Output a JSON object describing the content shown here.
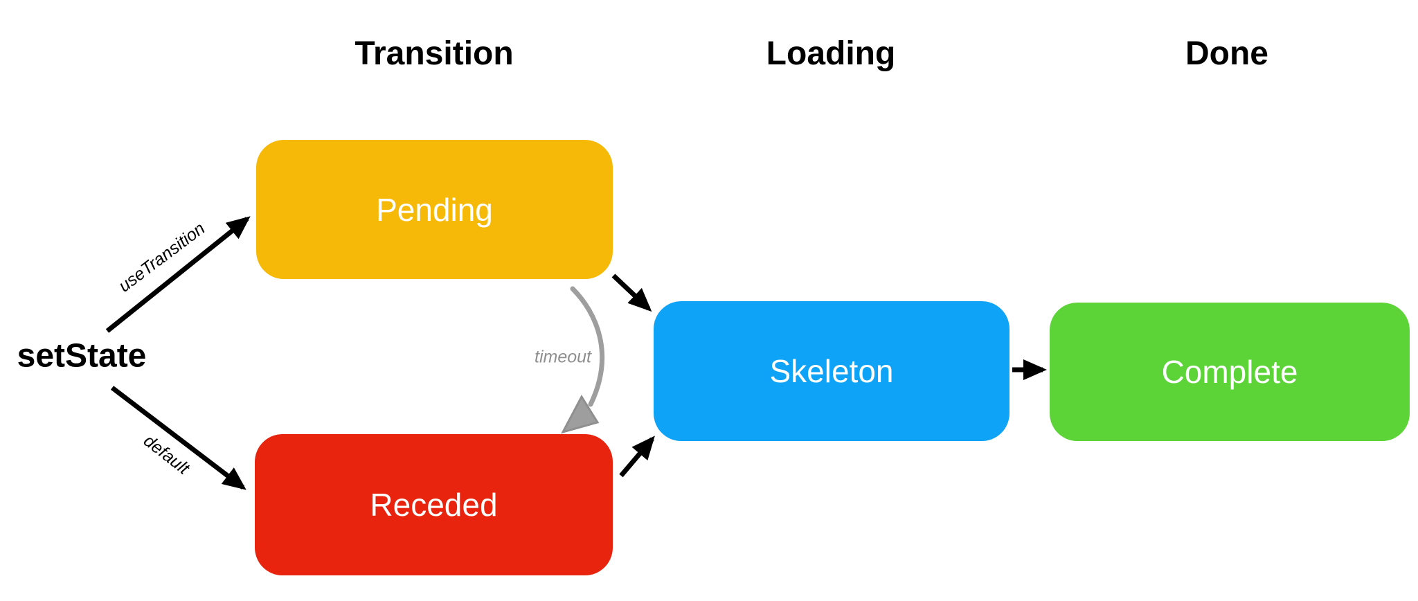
{
  "columns": [
    {
      "label": "Transition"
    },
    {
      "label": "Loading"
    },
    {
      "label": "Done"
    }
  ],
  "source": {
    "label": "setState"
  },
  "nodes": [
    {
      "id": "pending",
      "label": "Pending",
      "color": "#F7B908",
      "column": "Transition"
    },
    {
      "id": "receded",
      "label": "Receded",
      "color": "#E8230E",
      "column": "Transition"
    },
    {
      "id": "skeleton",
      "label": "Skeleton",
      "color": "#0FA3F7",
      "column": "Loading"
    },
    {
      "id": "complete",
      "label": "Complete",
      "color": "#5CD438",
      "column": "Done"
    }
  ],
  "edges": [
    {
      "from": "setState",
      "to": "pending",
      "label": "useTransition",
      "color": "#000000",
      "style": "straight"
    },
    {
      "from": "setState",
      "to": "receded",
      "label": "default",
      "color": "#000000",
      "style": "straight"
    },
    {
      "from": "pending",
      "to": "skeleton",
      "label": "",
      "color": "#000000",
      "style": "straight"
    },
    {
      "from": "receded",
      "to": "skeleton",
      "label": "",
      "color": "#000000",
      "style": "straight"
    },
    {
      "from": "skeleton",
      "to": "complete",
      "label": "",
      "color": "#000000",
      "style": "straight"
    },
    {
      "from": "pending",
      "to": "receded",
      "label": "timeout",
      "color": "#9E9E9E",
      "style": "hand-drawn-curve"
    }
  ],
  "colors": {
    "background": "#FFFFFF",
    "heading_text": "#000000",
    "node_label_text": "#FFFFFF",
    "edge_label_gray": "#8F8F8F"
  }
}
